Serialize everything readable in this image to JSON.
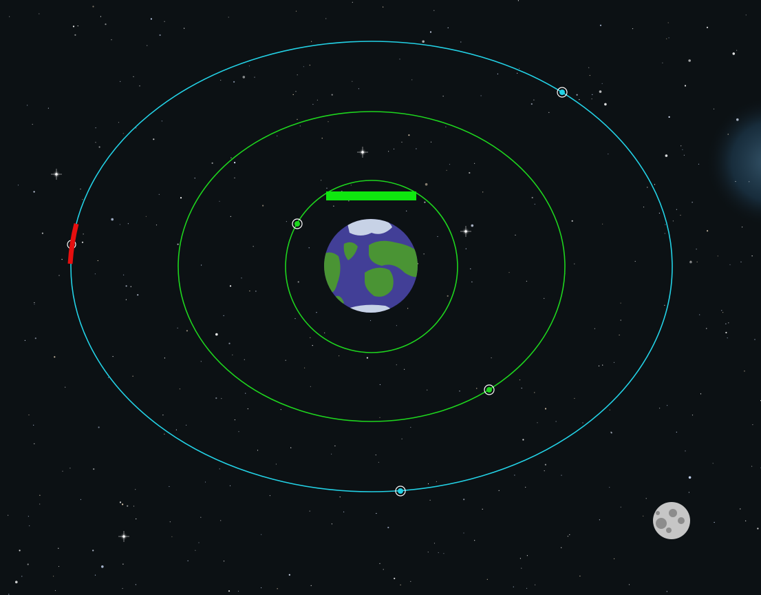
{
  "game": {
    "scene": "orbital-defense",
    "planet": {
      "name": "earth",
      "colors": {
        "ocean": "#423f97",
        "land": "#4a9434",
        "ice": "#c7d2e6"
      }
    },
    "moon": {
      "colors": {
        "surface": "#c6c6c6",
        "crater": "#8c8c8c"
      }
    },
    "health_bar": {
      "value": 1.0,
      "color": "#0fe60f"
    },
    "orbits": [
      {
        "id": "inner",
        "color": "#1ed61e"
      },
      {
        "id": "middle",
        "color": "#1ed61e"
      },
      {
        "id": "outer",
        "color": "#23d2e6"
      }
    ],
    "satellites": [
      {
        "orbit": "inner"
      },
      {
        "orbit": "middle"
      },
      {
        "orbit": "outer"
      },
      {
        "orbit": "outer"
      },
      {
        "orbit": "outer",
        "selected": true
      }
    ],
    "marker": {
      "color": "#e60f0f"
    },
    "background": {
      "color": "#0c1114",
      "nebula": "#3a6f96"
    }
  }
}
